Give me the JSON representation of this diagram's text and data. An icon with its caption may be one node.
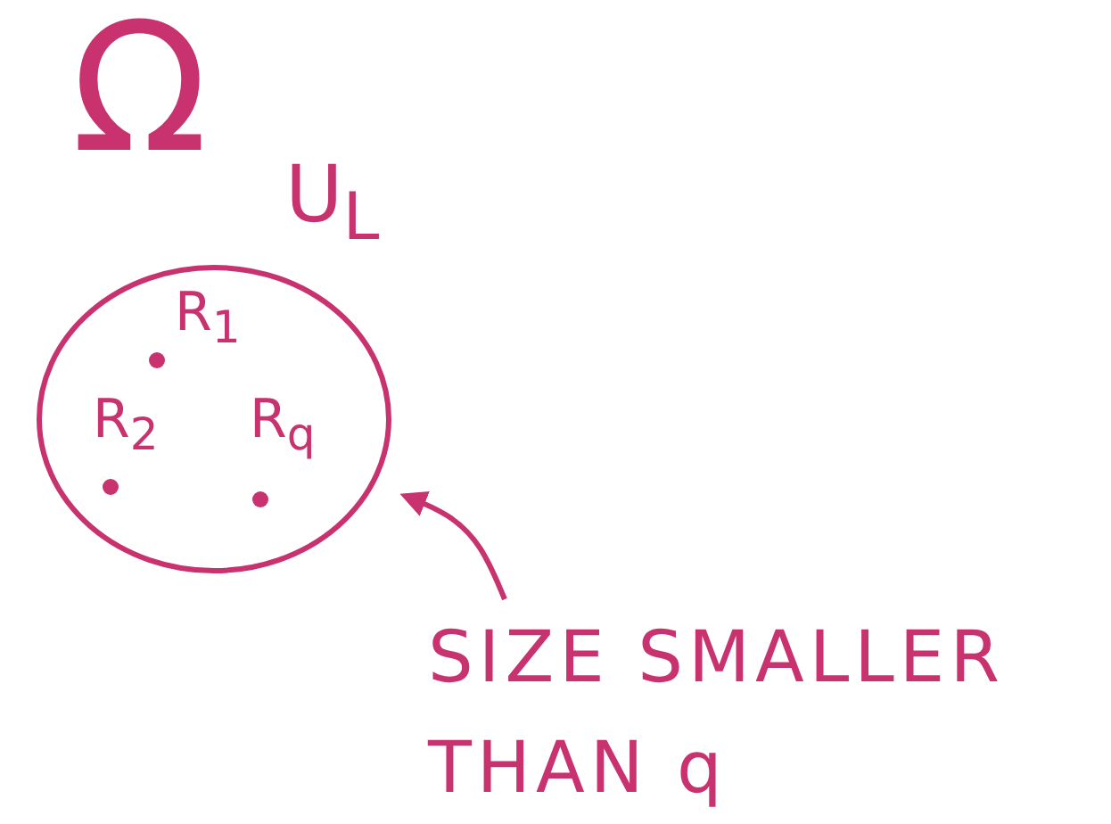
{
  "diagram": {
    "nodes": [
      {
        "text": [
          "R$_{1}$",
          "R$_{2}$",
          "R$_{q}$"
        ]
      },
      {
        "text": [
          "SIZE SMALLER THAN q"
        ]
      }
    ],
    "edges": [
      {
        "from": 1,
        "to": 0,
        "arrow": "to"
      }
    ],
    "labels": [
      "Ω",
      "U$_{L}$"
    ]
  }
}
